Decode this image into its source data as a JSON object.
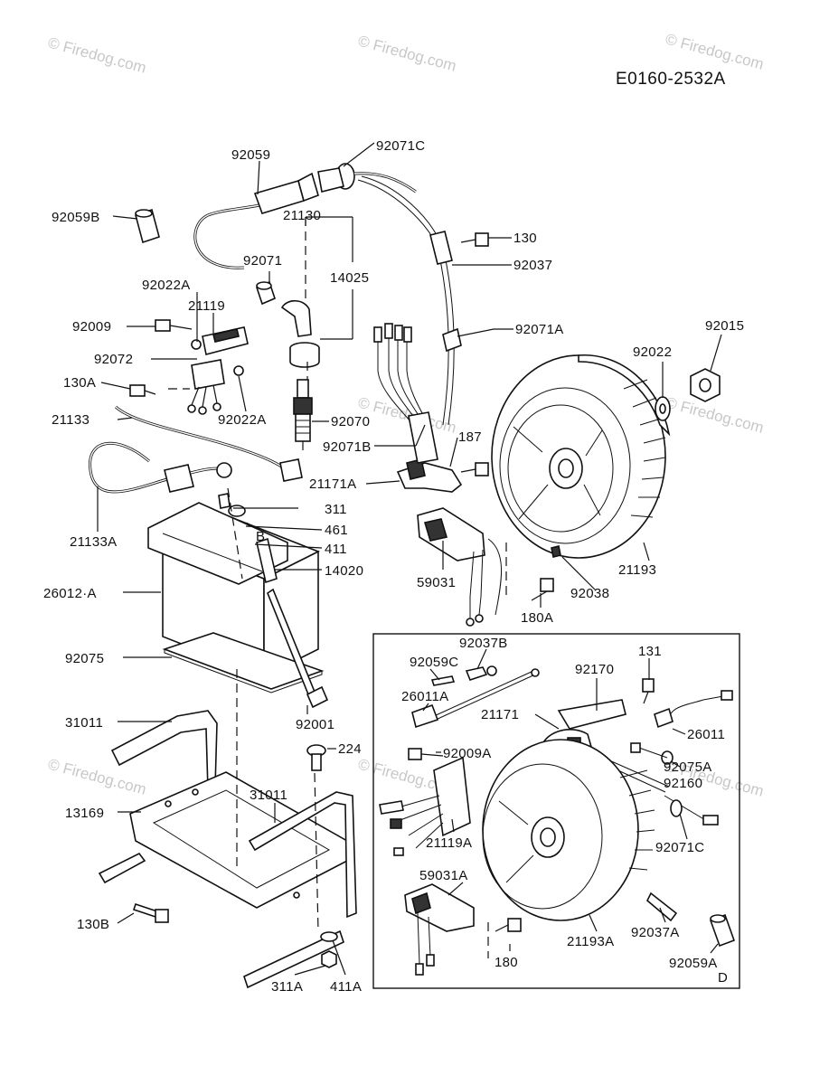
{
  "diagram_code": "E0160-2532A",
  "watermark": "© Firedog.com",
  "inset_marks": {
    "b": "B",
    "d": "D"
  },
  "labels": {
    "p92059": "92059",
    "p92071C": "92071C",
    "p92059B": "92059B",
    "p21130": "21130",
    "p130": "130",
    "p92037": "92037",
    "p92071": "92071",
    "p14025": "14025",
    "p92022A_top": "92022A",
    "p21119": "21119",
    "p92009": "92009",
    "p92071A": "92071A",
    "p92015": "92015",
    "p92022": "92022",
    "p92072": "92072",
    "p130A": "130A",
    "p92022A_bot": "92022A",
    "p92070": "92070",
    "p21133": "21133",
    "p92071B": "92071B",
    "p187": "187",
    "p21171A": "21171A",
    "p311": "311",
    "p461": "461",
    "p411": "411",
    "p21133A": "21133A",
    "p14020": "14020",
    "p59031": "59031",
    "p21193": "21193",
    "p92038": "92038",
    "p26012A": "26012·A",
    "p180A": "180A",
    "p92075": "92075",
    "p92001": "92001",
    "p31011_a": "31011",
    "p224": "224",
    "p31011_b": "31011",
    "p13169": "13169",
    "p130B": "130B",
    "p311A": "311A",
    "p411A": "411A",
    "i92059C": "92059C",
    "i92037B": "92037B",
    "i131": "131",
    "i92170": "92170",
    "i26011A": "26011A",
    "i21171": "21171",
    "i26011": "26011",
    "i92009A": "92009A",
    "i92075A": "92075A",
    "i92160": "92160",
    "i21119A": "21119A",
    "i92071C": "92071C",
    "i59031A": "59031A",
    "i21193A": "21193A",
    "i92037A": "92037A",
    "i92059A": "92059A",
    "i180": "180"
  }
}
